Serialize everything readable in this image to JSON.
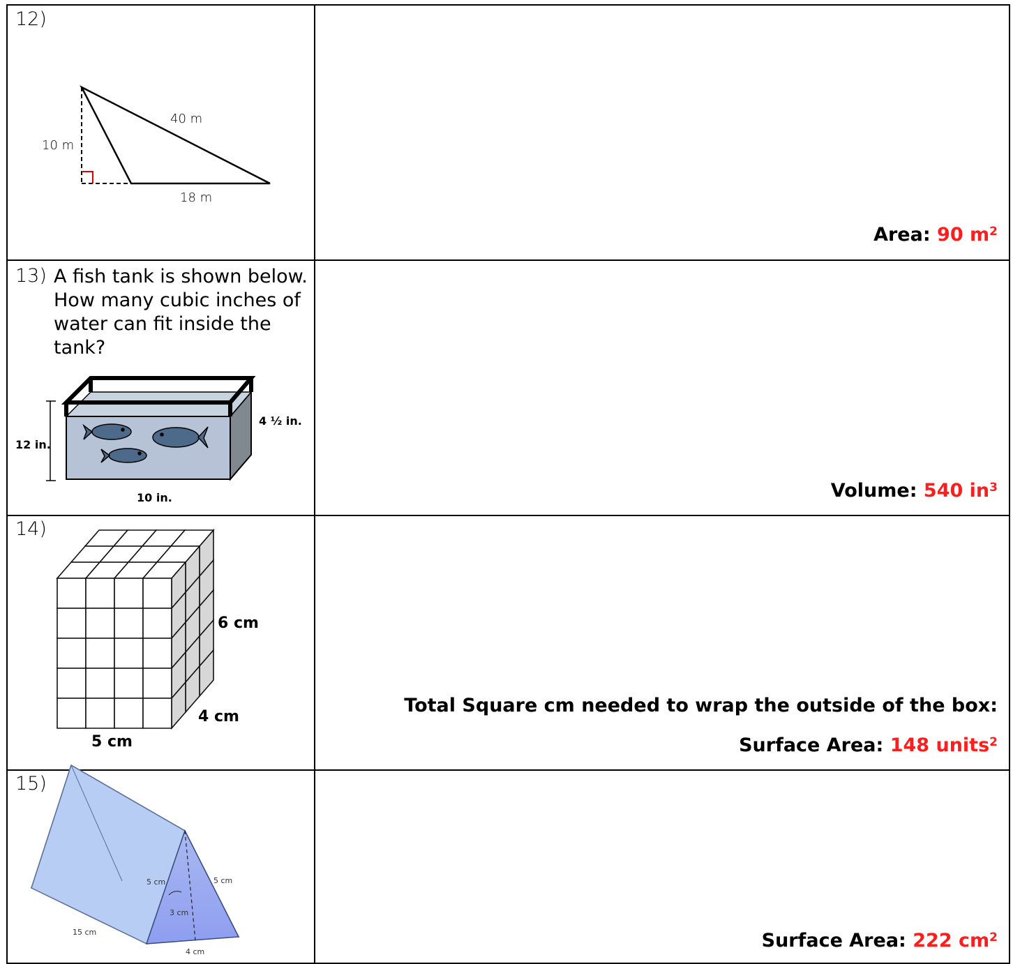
{
  "q12": {
    "number": "12)",
    "labels": {
      "hyp": "40 m",
      "height": "10 m",
      "base": "18 m"
    },
    "answer_label": "Area:",
    "answer_value": "90 m",
    "answer_exp": "2"
  },
  "q13": {
    "number": "13)",
    "text": "A fish tank is shown below. How many cubic inches of water can fit inside the tank?",
    "labels": {
      "depth": "4 ½  in.",
      "height": "12 in.",
      "width": "10 in."
    },
    "answer_label": "Volume:",
    "answer_value": "540 in",
    "answer_exp": "3"
  },
  "q14": {
    "number": "14)",
    "labels": {
      "height": "6 cm",
      "depth": "4 cm",
      "width": "5 cm"
    },
    "prompt": "Total Square cm needed to wrap the outside of the box:",
    "answer_label": "Surface Area:",
    "answer_value": "148 units",
    "answer_exp": "2"
  },
  "q15": {
    "number": "15)",
    "labels": {
      "left_side": "5 cm",
      "right_side": "5 cm",
      "height": "3 cm",
      "length": "15 cm",
      "base": "4 cm"
    },
    "answer_label": "Surface Area:",
    "answer_value": "222 cm",
    "answer_exp": "2"
  }
}
